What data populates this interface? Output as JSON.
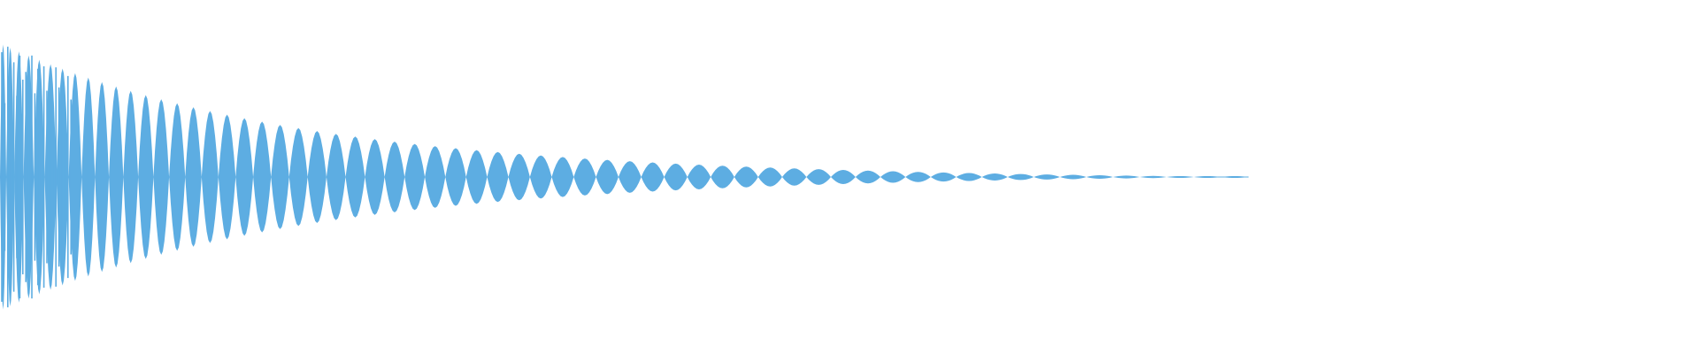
{
  "waveform": {
    "color": "#5dade2",
    "background": "#ffffff",
    "envelope": "exponential-decay",
    "peak_amplitude_fraction": 0.72,
    "audible_length_fraction": 0.735,
    "oscillation_count": 62,
    "frequency_glide": "descending"
  }
}
